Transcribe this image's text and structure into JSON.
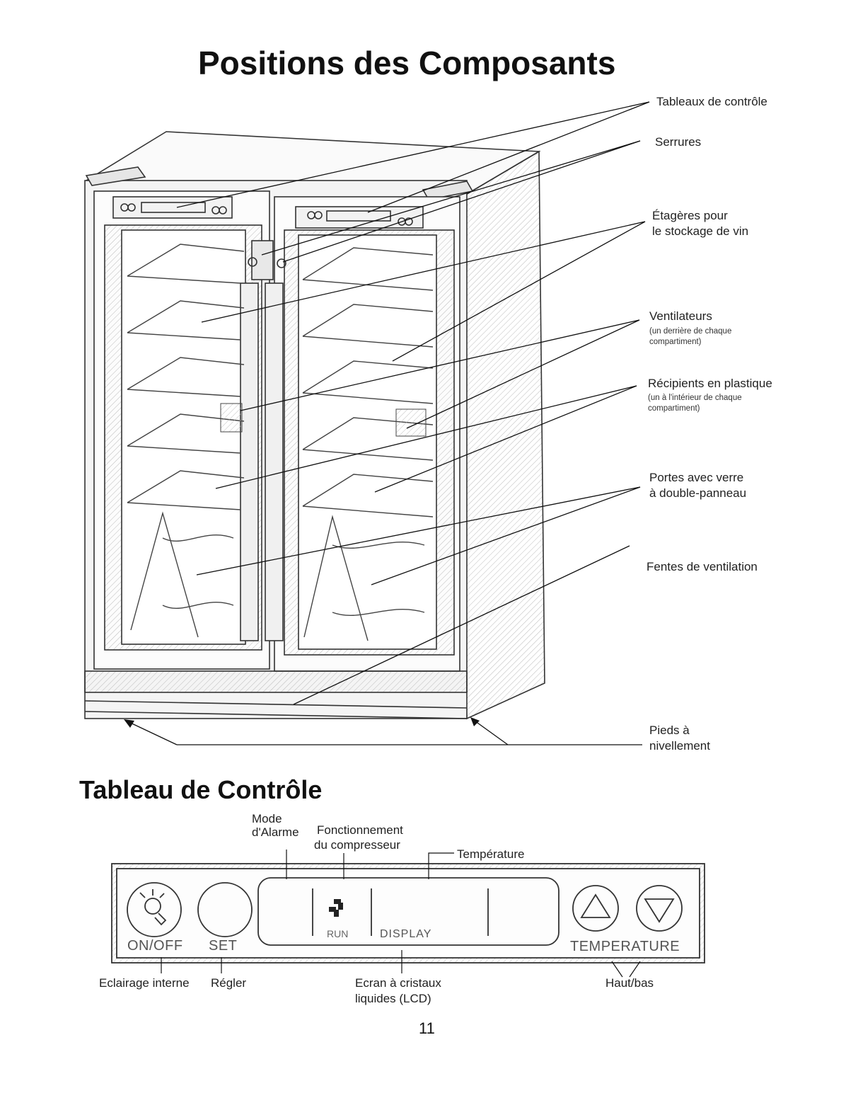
{
  "title_components": "Positions des Composants",
  "title_control": "Tableau de Contrôle",
  "callouts": {
    "control_panels": "Tableaux de contrôle",
    "locks": "Serrures",
    "shelves_1": "Étagères pour",
    "shelves_2": "le stockage de vin",
    "fans": "Ventilateurs",
    "fans_note_1": "(un derrière de chaque",
    "fans_note_2": "compartiment)",
    "containers": "Récipients en plastique",
    "containers_note_1": "(un à l'intérieur de chaque",
    "containers_note_2": "compartiment)",
    "doors_1": "Portes avec verre",
    "doors_2": "à double-panneau",
    "vents": "Fentes de ventilation",
    "feet_1": "Pieds à",
    "feet_2": "nivellement"
  },
  "control": {
    "alarm_1": "Mode",
    "alarm_2": "d'Alarme",
    "compressor_1": "Fonctionnement",
    "compressor_2": "du compresseur",
    "temperature": "Température",
    "onoff": "ON/OFF",
    "set": "SET",
    "run": "RUN",
    "display": "DISPLAY",
    "temperature_btn": "TEMPERATURE",
    "light": "Eclairage interne",
    "adjust": "Régler",
    "lcd_1": "Ecran à cristaux",
    "lcd_2": "liquides (LCD)",
    "updown": "Haut/bas"
  },
  "page_number": "11"
}
